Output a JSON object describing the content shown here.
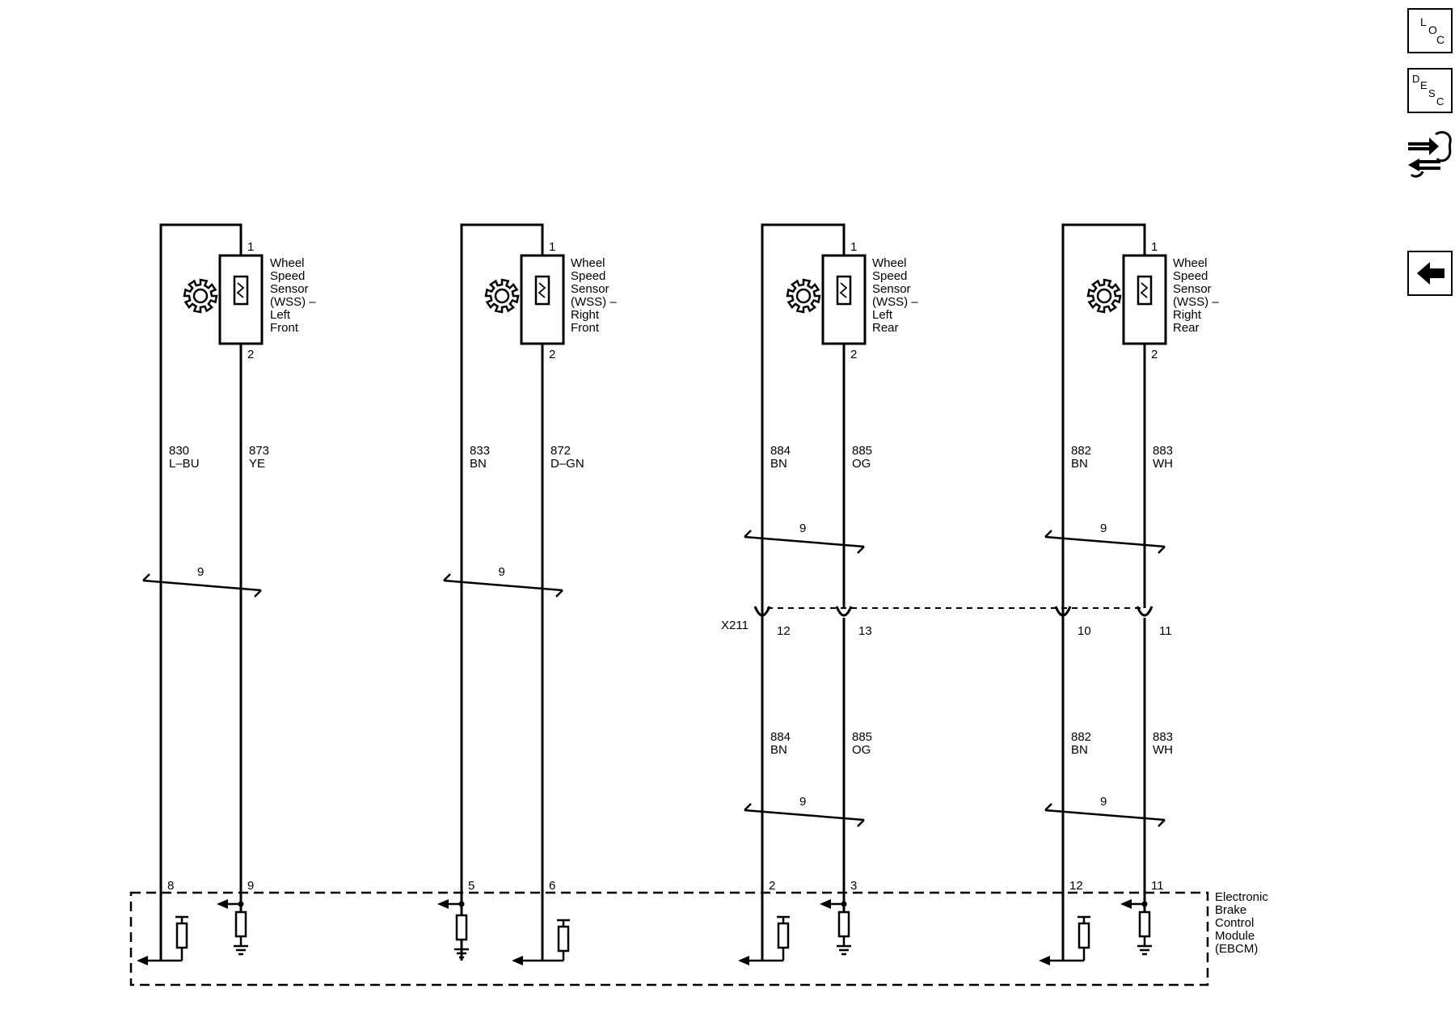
{
  "toolbar": {
    "loc": {
      "l1": "L",
      "l2": "O",
      "l3": "C"
    },
    "desc": {
      "l1": "D",
      "l2": "E",
      "l3": "S",
      "l4": "C"
    },
    "tools_icon": "connector-tools-icon",
    "back_icon": "back-arrow-icon"
  },
  "twist_label": "9",
  "sensors": [
    {
      "name": [
        "Wheel",
        "Speed",
        "Sensor",
        "(WSS) –",
        "Left",
        "Front"
      ],
      "pin_top": "1",
      "pin_bottom": "2",
      "left_wire": {
        "circuit": "830",
        "color": "L–BU"
      },
      "right_wire": {
        "circuit": "873",
        "color": "YE"
      },
      "module_pins": {
        "left": "8",
        "right": "9"
      }
    },
    {
      "name": [
        "Wheel",
        "Speed",
        "Sensor",
        "(WSS) –",
        "Right",
        "Front"
      ],
      "pin_top": "1",
      "pin_bottom": "2",
      "left_wire": {
        "circuit": "833",
        "color": "BN"
      },
      "right_wire": {
        "circuit": "872",
        "color": "D–GN"
      },
      "module_pins": {
        "left": "5",
        "right": "6"
      }
    },
    {
      "name": [
        "Wheel",
        "Speed",
        "Sensor",
        "(WSS) –",
        "Left",
        "Rear"
      ],
      "pin_top": "1",
      "pin_bottom": "2",
      "left_wire": {
        "circuit": "884",
        "color": "BN"
      },
      "right_wire": {
        "circuit": "885",
        "color": "OG"
      },
      "lower_left_wire": {
        "circuit": "884",
        "color": "BN"
      },
      "lower_right_wire": {
        "circuit": "885",
        "color": "OG"
      },
      "connector_pins": {
        "left": "12",
        "right": "13"
      },
      "module_pins": {
        "left": "2",
        "right": "3"
      }
    },
    {
      "name": [
        "Wheel",
        "Speed",
        "Sensor",
        "(WSS) –",
        "Right",
        "Rear"
      ],
      "pin_top": "1",
      "pin_bottom": "2",
      "left_wire": {
        "circuit": "882",
        "color": "BN"
      },
      "right_wire": {
        "circuit": "883",
        "color": "WH"
      },
      "lower_left_wire": {
        "circuit": "882",
        "color": "BN"
      },
      "lower_right_wire": {
        "circuit": "883",
        "color": "WH"
      },
      "connector_pins": {
        "left": "10",
        "right": "11"
      },
      "module_pins": {
        "left": "12",
        "right": "11"
      }
    }
  ],
  "connector": {
    "name": "X211"
  },
  "module": {
    "name": [
      "Electronic",
      "Brake",
      "Control",
      "Module",
      "(EBCM)"
    ]
  }
}
